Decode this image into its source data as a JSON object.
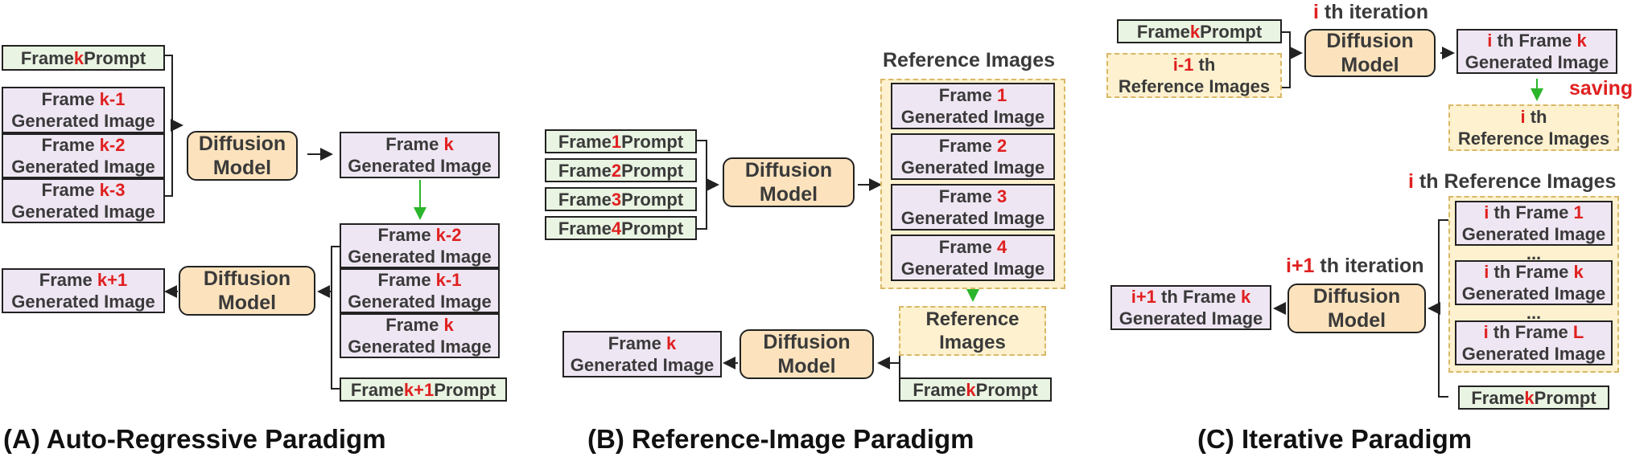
{
  "panel_a": {
    "prompt_top": {
      "pre": "Frame ",
      "hl": "k",
      "post": " Prompt"
    },
    "inputs": [
      {
        "pre": "Frame ",
        "hl": "k-1",
        "sub": "Generated Image"
      },
      {
        "pre": "Frame ",
        "hl": "k-2",
        "sub": "Generated Image"
      },
      {
        "pre": "Frame ",
        "hl": "k-3",
        "sub": "Generated Image"
      }
    ],
    "model_1": {
      "l1": "Diffusion",
      "l2": "Model"
    },
    "output_1": {
      "pre": "Frame ",
      "hl": "k",
      "sub": "Generated Image"
    },
    "inputs_2": [
      {
        "pre": "Frame ",
        "hl": "k-2",
        "sub": "Generated Image"
      },
      {
        "pre": "Frame ",
        "hl": "k-1",
        "sub": "Generated Image"
      },
      {
        "pre": "Frame ",
        "hl": "k",
        "sub": "Generated Image"
      }
    ],
    "model_2": {
      "l1": "Diffusion",
      "l2": "Model"
    },
    "output_2": {
      "pre": "Frame ",
      "hl": "k+1",
      "sub": "Generated Image"
    },
    "prompt_bottom": {
      "pre": "Frame ",
      "hl": "k+1",
      "post": " Prompt"
    },
    "caption": "(A)  Auto-Regressive Paradigm"
  },
  "panel_b": {
    "prompts": [
      {
        "pre": "Frame ",
        "hl": "1",
        "post": " Prompt"
      },
      {
        "pre": "Frame ",
        "hl": "2",
        "post": " Prompt"
      },
      {
        "pre": "Frame ",
        "hl": "3",
        "post": " Prompt"
      },
      {
        "pre": "Frame ",
        "hl": "4",
        "post": " Prompt"
      }
    ],
    "model_1": {
      "l1": "Diffusion",
      "l2": "Model"
    },
    "ref_title": "Reference Images",
    "refs": [
      {
        "pre": "Frame ",
        "hl": "1",
        "sub": "Generated Image"
      },
      {
        "pre": "Frame ",
        "hl": "2",
        "sub": "Generated Image"
      },
      {
        "pre": "Frame ",
        "hl": "3",
        "sub": "Generated Image"
      },
      {
        "pre": "Frame ",
        "hl": "4",
        "sub": "Generated Image"
      }
    ],
    "ref_box": {
      "l1": "Reference",
      "l2": "Images"
    },
    "prompt_k": {
      "pre": "Frame ",
      "hl": "k",
      "post": " Prompt"
    },
    "model_2": {
      "l1": "Diffusion",
      "l2": "Model"
    },
    "output": {
      "pre": "Frame ",
      "hl": "k",
      "sub": "Generated Image"
    },
    "caption": "(B)  Reference-Image Paradigm"
  },
  "panel_c": {
    "iter_top": {
      "hl": "i",
      "post": " th iteration"
    },
    "prompt_k": {
      "pre": "Frame ",
      "hl": "k",
      "post": " Prompt"
    },
    "ref_prev": {
      "hl": "i-1",
      "post": " th",
      "l2": "Reference Images"
    },
    "model_1": {
      "l1": "Diffusion",
      "l2": "Model"
    },
    "output_1": {
      "hl": "i",
      "mid": " th Frame ",
      "hl2": "k",
      "sub": "Generated Image"
    },
    "saving": "saving",
    "ref_saved": {
      "hl": "i",
      "post": " th",
      "l2": "Reference Images"
    },
    "ref_title": {
      "hl": "i",
      "post": " th Reference Images"
    },
    "refs": [
      {
        "hl": "i",
        "mid": " th Frame ",
        "hl2": "1",
        "sub": "Generated Image"
      },
      {
        "hl": "i",
        "mid": " th Frame ",
        "hl2": "k",
        "sub": "Generated Image"
      },
      {
        "hl": "i",
        "mid": " th Frame ",
        "hl2": "L",
        "sub": "Generated Image"
      }
    ],
    "ellipsis": "...",
    "iter_next": {
      "hl": "i+1",
      "post": " th iteration"
    },
    "model_2": {
      "l1": "Diffusion",
      "l2": "Model"
    },
    "output_2": {
      "hl": "i+1",
      "mid": " th Frame ",
      "hl2": "k",
      "sub": "Generated Image"
    },
    "prompt_bottom": {
      "pre": "Frame ",
      "hl": "k",
      "post": " Prompt"
    },
    "caption": "(C)  Iterative Paradigm"
  },
  "colors": {
    "highlight": "#e02020",
    "image_box": "#efe6f3",
    "prompt_box": "#e9f4e2",
    "model_box": "#fde3bd",
    "reference_box": "#fdf1cf",
    "arrow_green": "#2bb52b"
  }
}
